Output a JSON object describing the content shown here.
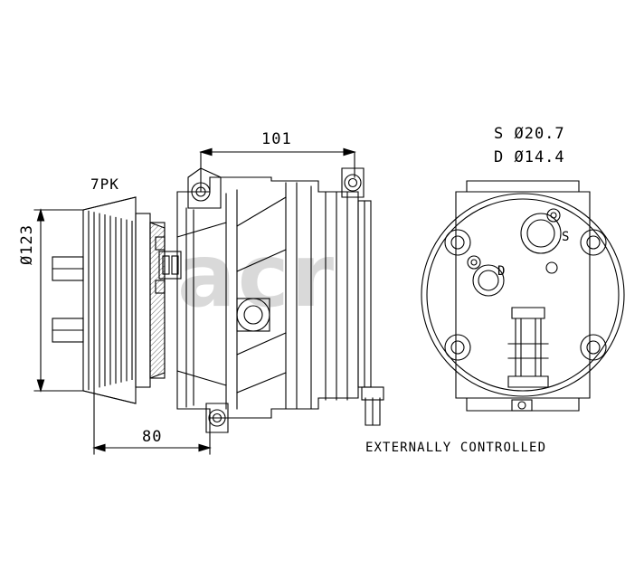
{
  "drawing": {
    "title": "automotive a/c compressor technical drawing",
    "watermark": "acr",
    "labels": {
      "pulley_grooves": "7PK",
      "dim_length_top": "101",
      "dim_length_bottom": "80",
      "dim_diameter": "Ø123",
      "port_suction": "S  Ø20.7",
      "port_discharge": "D  Ø14.4",
      "control_note": "EXTERNALLY CONTROLLED",
      "port_marker_s": "S",
      "port_marker_d": "D"
    },
    "colors": {
      "line": "#000000",
      "background": "#ffffff",
      "watermark": "#d9d9d9",
      "hatch": "#404040"
    }
  }
}
